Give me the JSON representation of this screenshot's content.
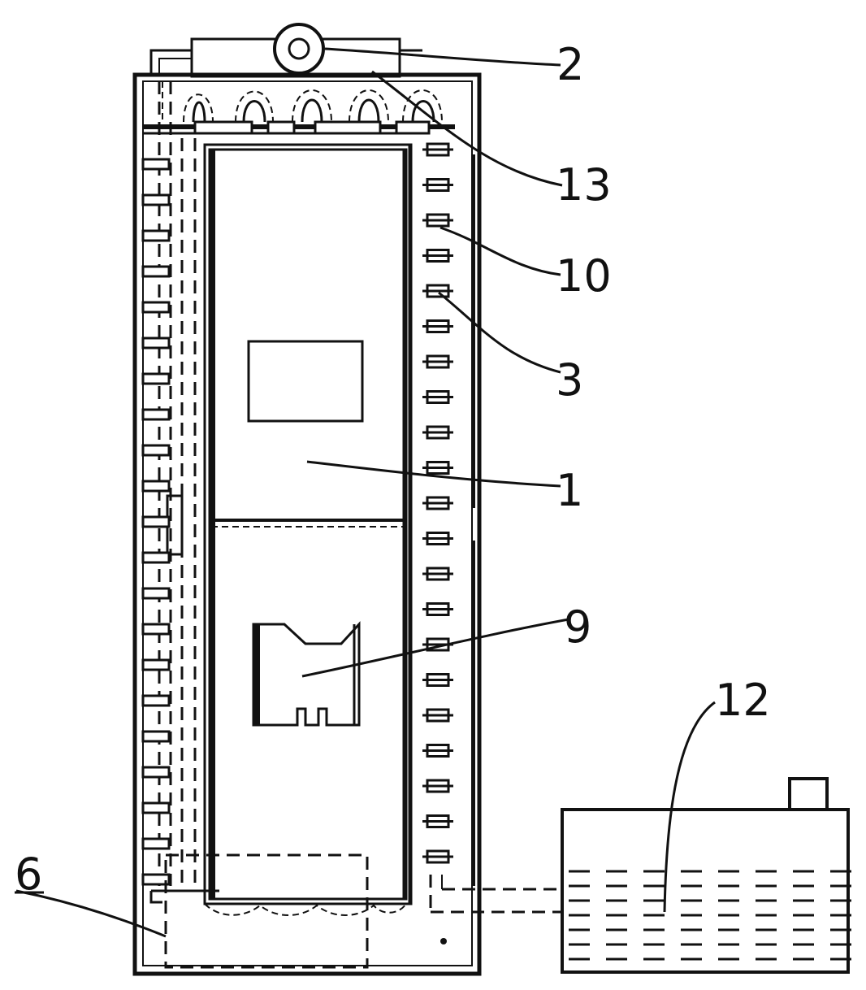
{
  "labels": {
    "l1": "1",
    "l2": "2",
    "l3": "3",
    "l6": "6",
    "l9": "9",
    "l10": "10",
    "l12": "12",
    "l13": "13"
  }
}
